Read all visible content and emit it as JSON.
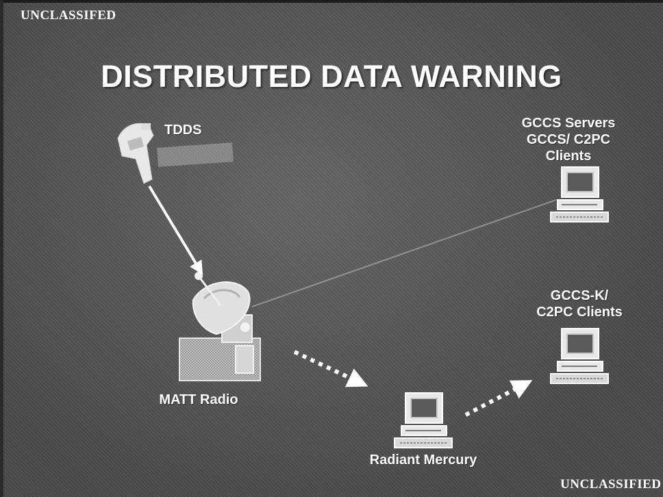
{
  "banners": {
    "top": "UNCLASSIFED",
    "bottom": "UNCLASSIFIED"
  },
  "title": "DISTRIBUTED DATA WARNING",
  "nodes": {
    "tdds": "TDDS",
    "gccs_servers": [
      "GCCS Servers",
      "GCCS/ C2PC",
      "Clients"
    ],
    "gccs_k": [
      "GCCS-K/",
      "C2PC Clients"
    ],
    "matt_radio": "MATT Radio",
    "radiant_mercury": "Radiant Mercury"
  },
  "colors": {
    "background": "#5a5a5a",
    "text": "#ffffff",
    "arrow": "#ffffff"
  }
}
